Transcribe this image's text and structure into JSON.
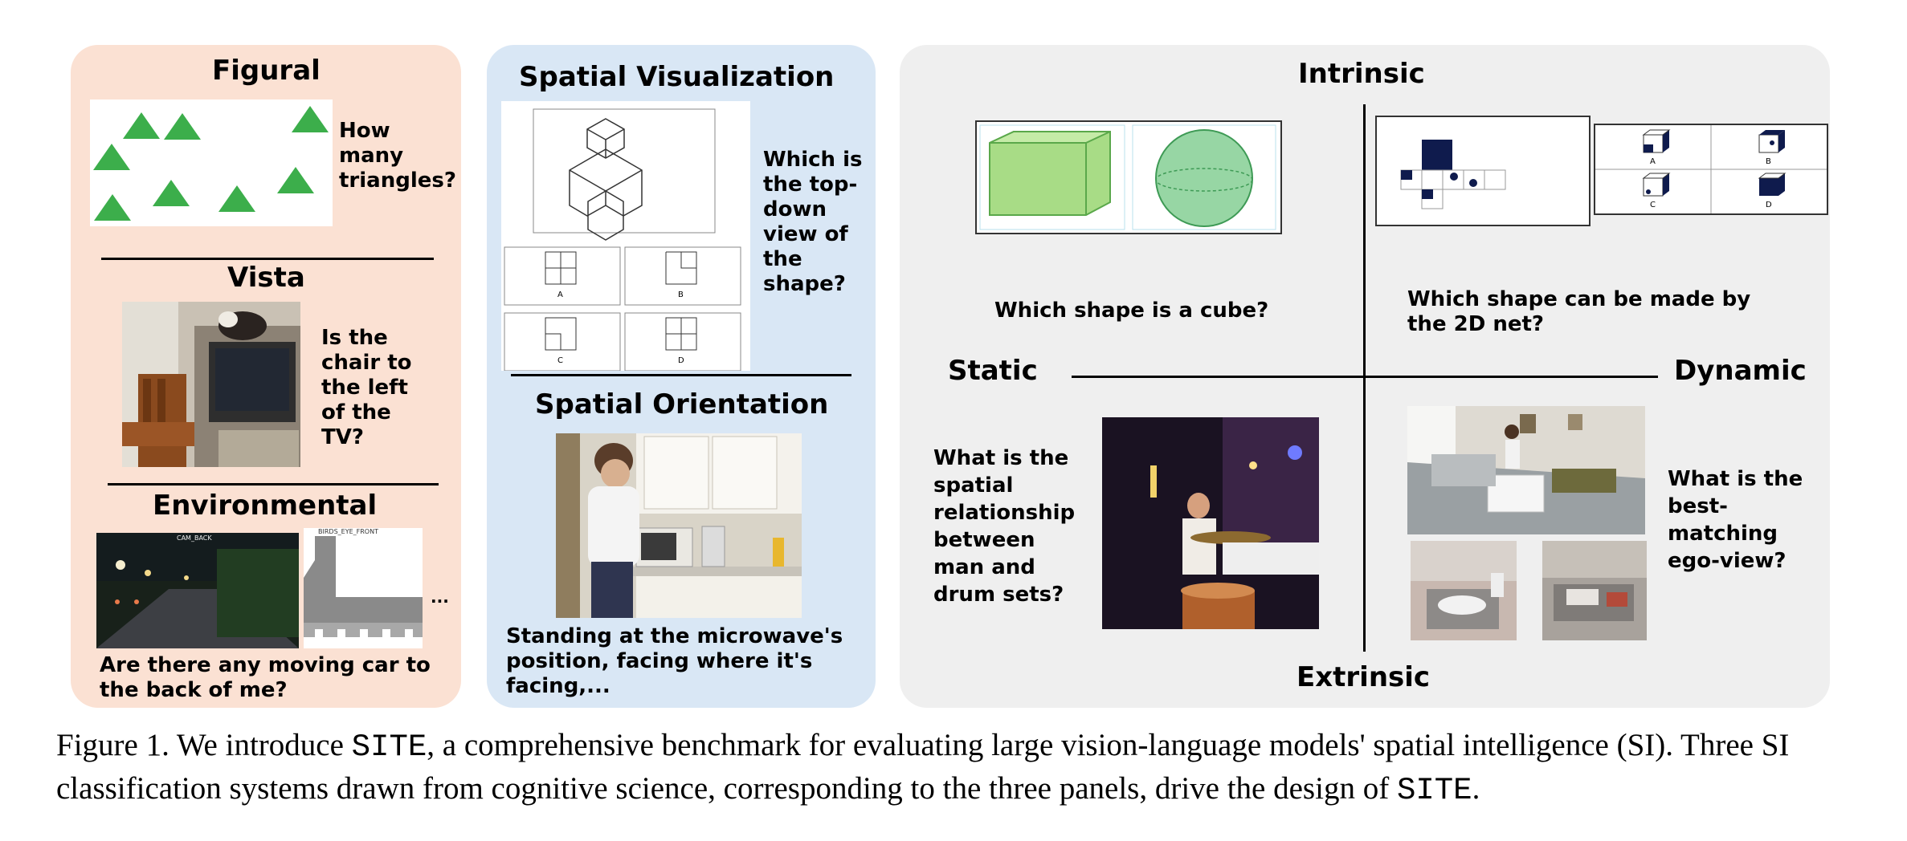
{
  "panel1": {
    "figural": {
      "title": "Figural",
      "question": "How many triangles?"
    },
    "vista": {
      "title": "Vista",
      "question": "Is the chair to the left of the TV?"
    },
    "environmental": {
      "title": "Environmental",
      "cam_label": "CAM_BACK",
      "depth_label": "BIRDS_EYE_FRONT",
      "ellipsis": "...",
      "question": "Are there any moving car to the back of me?"
    }
  },
  "panel2": {
    "visualization": {
      "title": "Spatial Visualization",
      "question": "Which is the top-down view of the shape?",
      "options": [
        "A",
        "B",
        "C",
        "D"
      ]
    },
    "orientation": {
      "title": "Spatial Orientation",
      "question": "Standing at the microwave's position, facing where it's facing,..."
    }
  },
  "panel3": {
    "axis": {
      "top": "Intrinsic",
      "bottom": "Extrinsic",
      "left": "Static",
      "right": "Dynamic"
    },
    "q_static_intrinsic": "Which shape is a cube?",
    "q_dynamic_intrinsic": "Which shape can be made by the 2D net?",
    "q_static_extrinsic": "What is the spatial relationship between man and drum sets?",
    "q_dynamic_extrinsic": "What is the best-matching ego-view?",
    "cube_options": [
      "A",
      "B",
      "C",
      "D"
    ]
  },
  "caption": {
    "prefix": "Figure 1. We introduce ",
    "site": "SITE",
    "middle": ", a comprehensive benchmark for evaluating large vision-language models' spatial intelligence (SI). Three SI classification systems drawn from cognitive science, corresponding to the three panels, drive the design of ",
    "site2": "SITE",
    "suffix": "."
  },
  "colors": {
    "panel1_bg": "#fbe1d3",
    "panel2_bg": "#d9e7f5",
    "panel3_bg": "#efefef",
    "triangle": "#3cae4b",
    "navy": "#0f1b4d"
  }
}
